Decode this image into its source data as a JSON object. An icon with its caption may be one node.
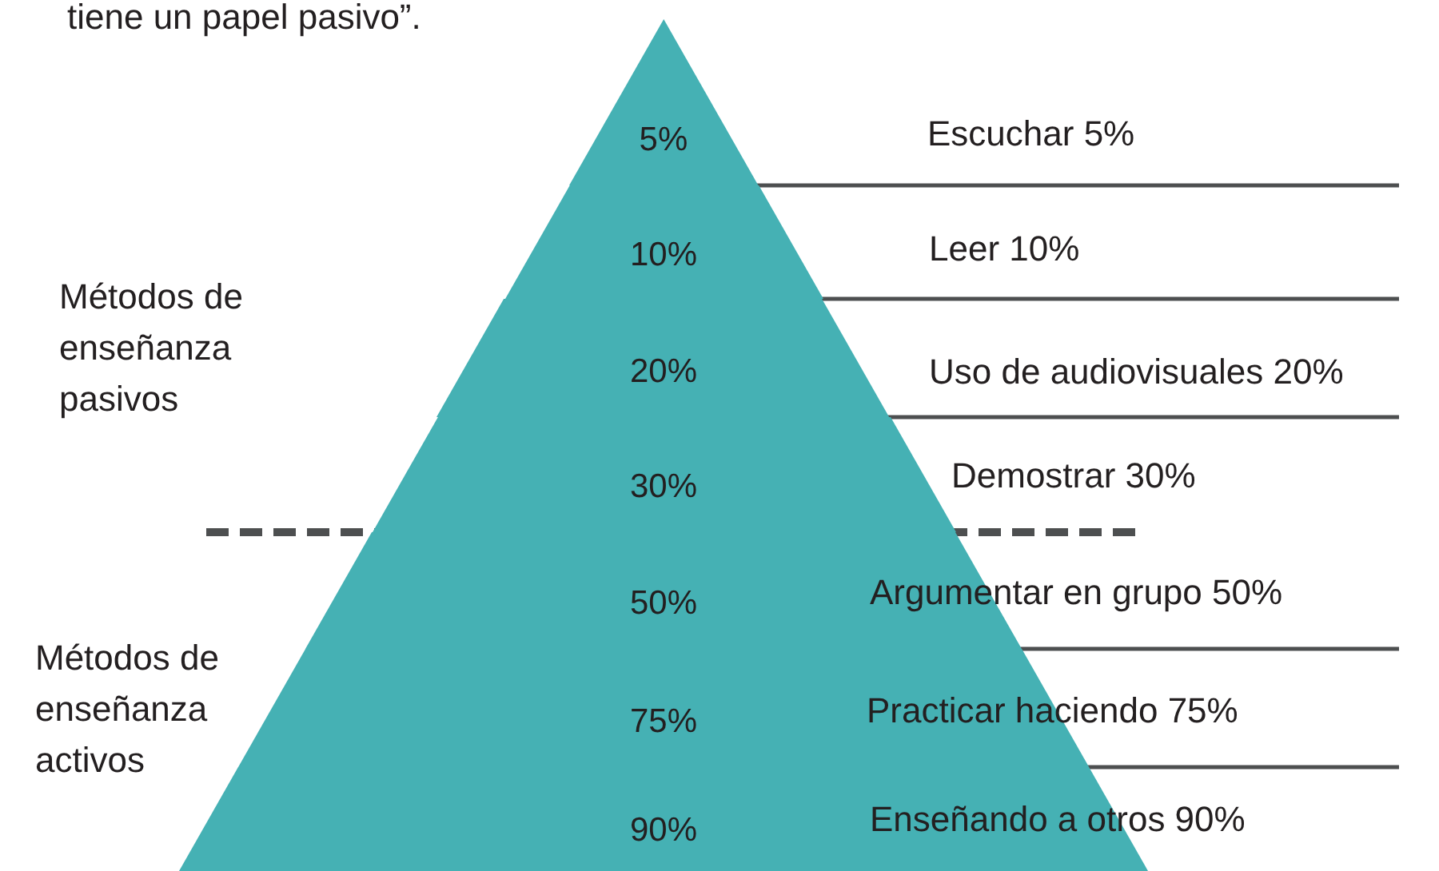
{
  "diagram": {
    "nodes": [
      {
        "text": [
          "5%"
        ]
      },
      {
        "text": [
          "10%"
        ]
      },
      {
        "text": [
          "20%"
        ]
      },
      {
        "text": [
          "30%"
        ]
      },
      {
        "text": [
          "50%"
        ]
      },
      {
        "text": [
          "75%"
        ]
      },
      {
        "text": [
          "90%"
        ]
      }
    ],
    "labels": [
      "tiene un papel pasivo”.",
      "Escuchar 5%",
      "Leer 10%",
      "Métodos de enseñanza pasivos",
      "Uso de audiovisuales 20%",
      "Demostrar 30%",
      "Argumentar en grupo 50%",
      "Métodos de enseñanza activos",
      "Practicar haciendo 75%",
      "Enseñando a otros 90%"
    ]
  }
}
